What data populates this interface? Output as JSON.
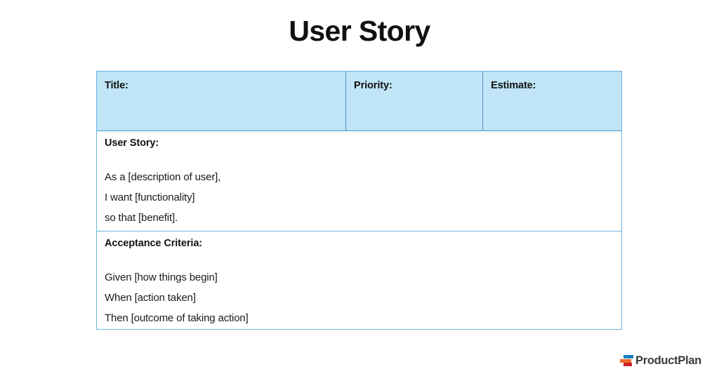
{
  "page": {
    "title": "User Story",
    "background_color": "#ffffff"
  },
  "colors": {
    "header_fill": "#bfe5f7",
    "border": "#6cb4e0",
    "border_strong": "#4a94c8",
    "text": "#1a1a1a",
    "logo_blue": "#1a80c4",
    "logo_orange": "#ee6a2a",
    "logo_red": "#cf2027"
  },
  "table": {
    "header_cells": [
      {
        "label": "Title:"
      },
      {
        "label": "Priority:"
      },
      {
        "label": "Estimate:"
      }
    ],
    "sections": [
      {
        "heading": "User Story:",
        "lines": [
          "As a [description of user],",
          "I want [functionality]",
          "so that [benefit]."
        ]
      },
      {
        "heading": "Acceptance Criteria:",
        "lines": [
          "Given [how things begin]",
          "When [action taken]",
          "Then [outcome of taking action]"
        ]
      }
    ]
  },
  "brand": {
    "name": "ProductPlan",
    "mark": "productplan-bars-icon"
  }
}
